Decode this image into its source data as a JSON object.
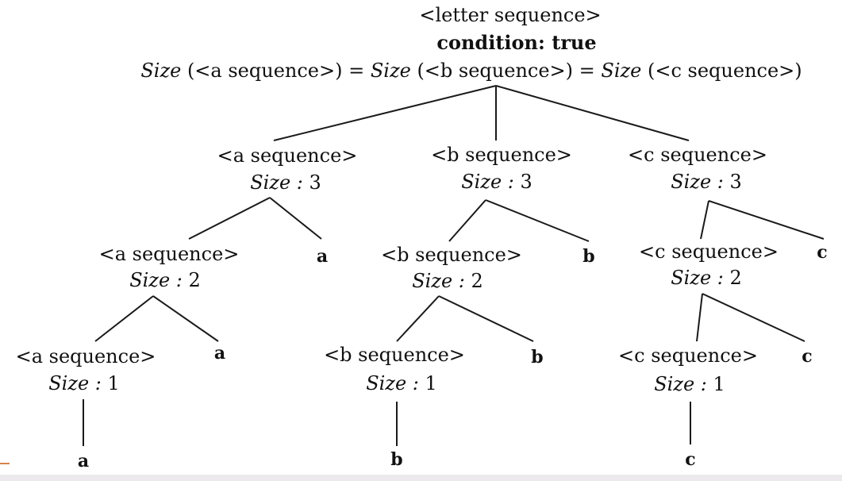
{
  "root": {
    "label": "<letter sequence>",
    "condition": "condition: true",
    "constraint": {
      "size_word": "Size",
      "a_arg": " (<a sequence>) = ",
      "b_arg": " (<b sequence>) = ",
      "c_arg": " (<c sequence>)"
    }
  },
  "branches": [
    {
      "key": "a",
      "nodes": [
        {
          "label": "<a sequence>",
          "size_prefix": "Size :",
          "size_value": "3"
        },
        {
          "label": "<a sequence>",
          "size_prefix": "Size :",
          "size_value": "2"
        },
        {
          "label": "<a sequence>",
          "size_prefix": "Size :",
          "size_value": "1"
        }
      ],
      "leaves": [
        "a",
        "a",
        "a"
      ]
    },
    {
      "key": "b",
      "nodes": [
        {
          "label": "<b sequence>",
          "size_prefix": "Size :",
          "size_value": "3"
        },
        {
          "label": "<b sequence>",
          "size_prefix": "Size :",
          "size_value": "2"
        },
        {
          "label": "<b sequence>",
          "size_prefix": "Size :",
          "size_value": "1"
        }
      ],
      "leaves": [
        "b",
        "b",
        "b"
      ]
    },
    {
      "key": "c",
      "nodes": [
        {
          "label": "<c sequence>",
          "size_prefix": "Size :",
          "size_value": "3"
        },
        {
          "label": "<c sequence>",
          "size_prefix": "Size :",
          "size_value": "2"
        },
        {
          "label": "<c sequence>",
          "size_prefix": "Size :",
          "size_value": "1"
        }
      ],
      "leaves": [
        "c",
        "c",
        "c"
      ]
    }
  ]
}
